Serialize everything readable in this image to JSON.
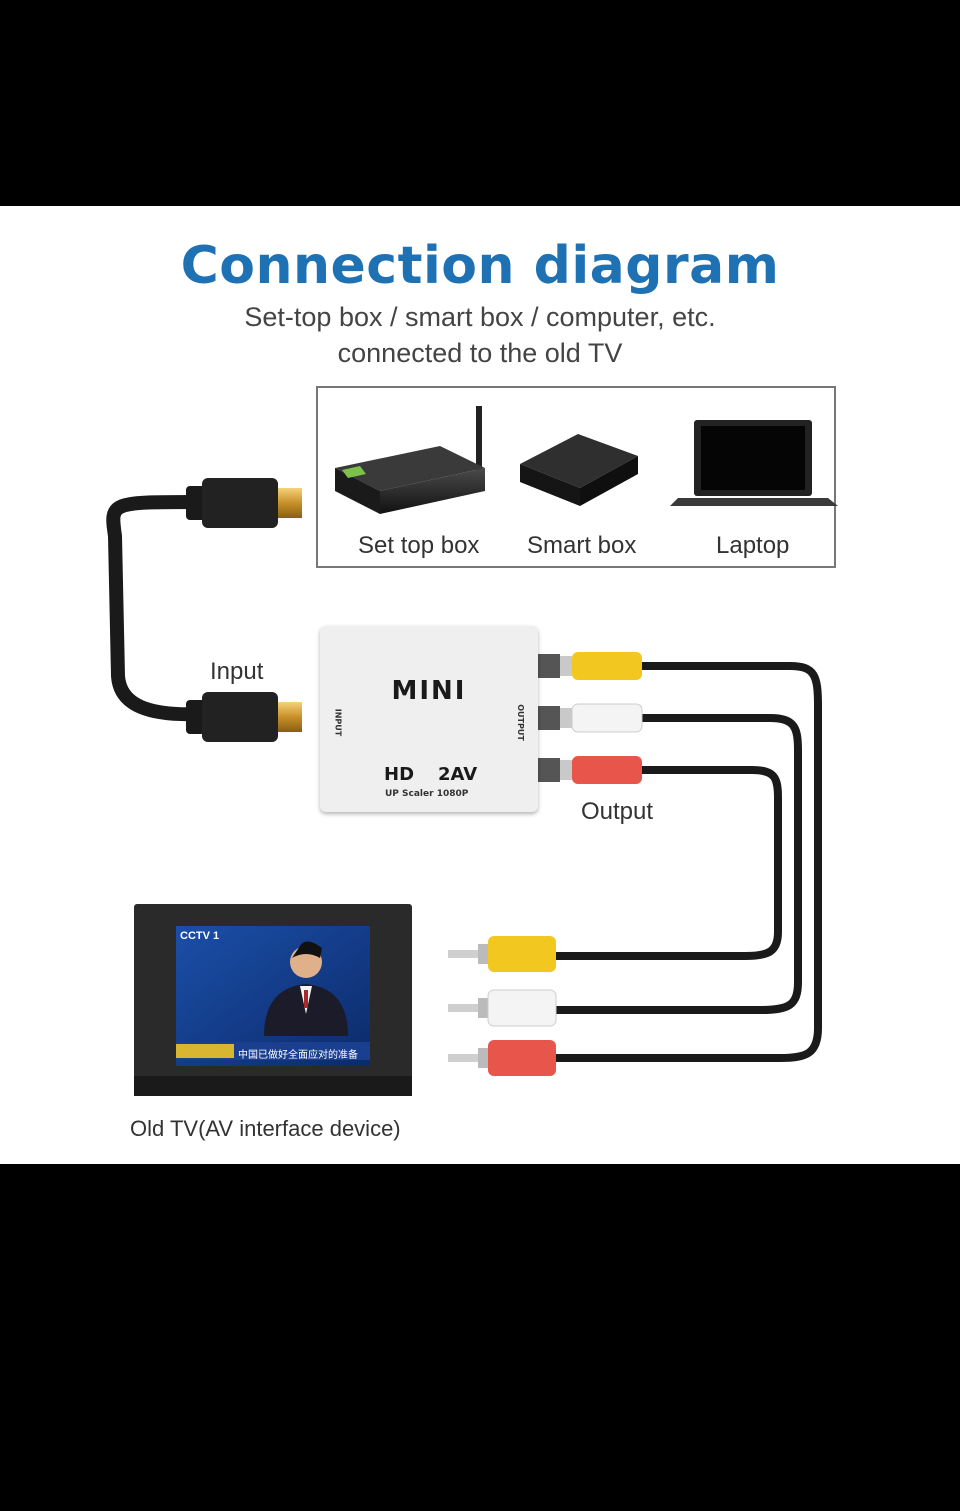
{
  "title": "Connection diagram",
  "subtitle_line1": "Set-top box / smart box / computer, etc.",
  "subtitle_line2": "connected to the old TV",
  "devices": {
    "set_top_box": "Set top box",
    "smart_box": "Smart box",
    "laptop": "Laptop"
  },
  "labels": {
    "input": "Input",
    "output": "Output",
    "tv": "Old TV(AV interface device)"
  },
  "converter": {
    "brand": "MINI",
    "input_port": "INPUT",
    "output_port": "OUTPUT",
    "hd": "HD",
    "av": "2AV",
    "scaler": "UP Scaler 1080P"
  },
  "tv_screen": {
    "channel_logo": "CCTV 1",
    "ticker": "中国已做好全面应对的准备"
  },
  "colors": {
    "title": "#1e72b4",
    "rca_yellow": "#f2c820",
    "rca_white": "#f4f4f4",
    "rca_red": "#e8554a",
    "cable": "#1a1a1a"
  }
}
